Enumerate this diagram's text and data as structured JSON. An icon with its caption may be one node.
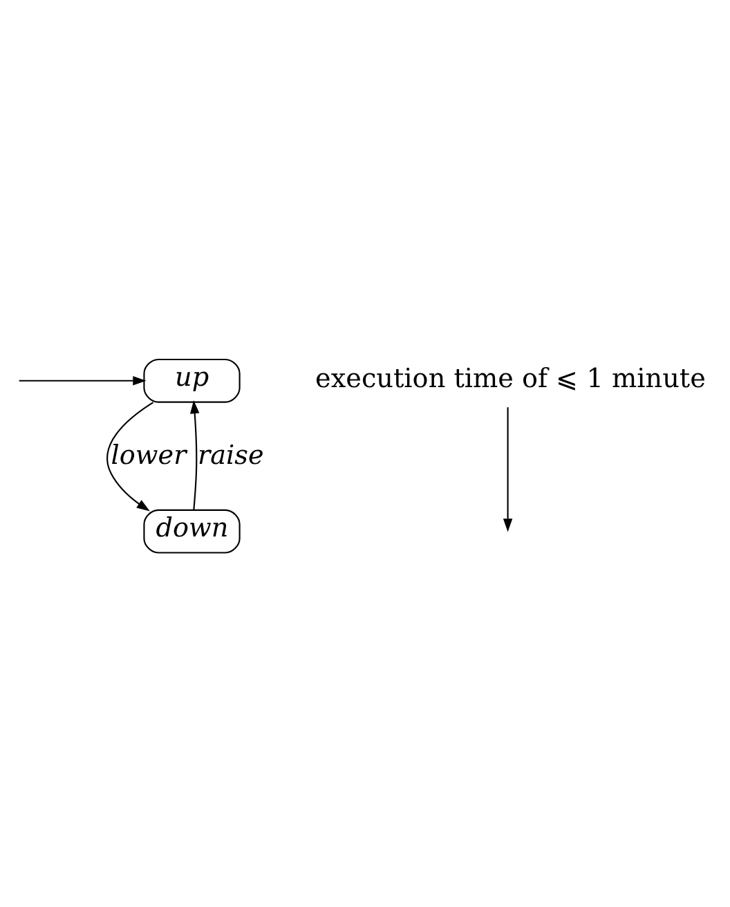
{
  "diagram": {
    "nodes": [
      {
        "text": [
          "up"
        ]
      },
      {
        "text": [
          "down"
        ]
      },
      {
        "text": [
          "execution time of ⩽ 1 minute"
        ]
      }
    ],
    "edges": [
      {
        "from": null,
        "to": 0,
        "arrow": "to"
      },
      {
        "from": 0,
        "to": 1,
        "label": "lower",
        "arrow": "to"
      },
      {
        "from": 1,
        "to": 0,
        "label": "raise",
        "arrow": "to"
      },
      {
        "from": 2,
        "to": null,
        "arrow": "to"
      }
    ]
  }
}
